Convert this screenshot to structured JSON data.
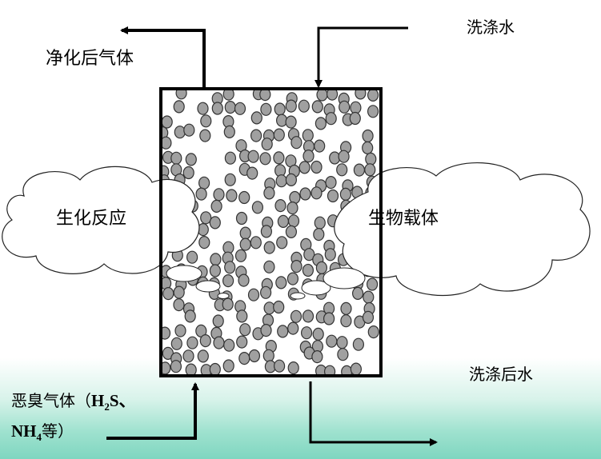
{
  "labels": {
    "purified_gas": "净化后气体",
    "wash_water": "洗涤水",
    "biochemical_reaction": "生化反应",
    "bio_carrier": "生物载体",
    "washed_water": "洗涤后水",
    "odor_gas_prefix": "恶臭气体（",
    "h": "H",
    "two": "2",
    "s": "S、",
    "nh": "NH",
    "four": "4",
    "odor_gas_suffix": "等）"
  },
  "colors": {
    "particle_fill": "#a0a0a0",
    "particle_stroke": "#333333",
    "line": "#000000"
  }
}
